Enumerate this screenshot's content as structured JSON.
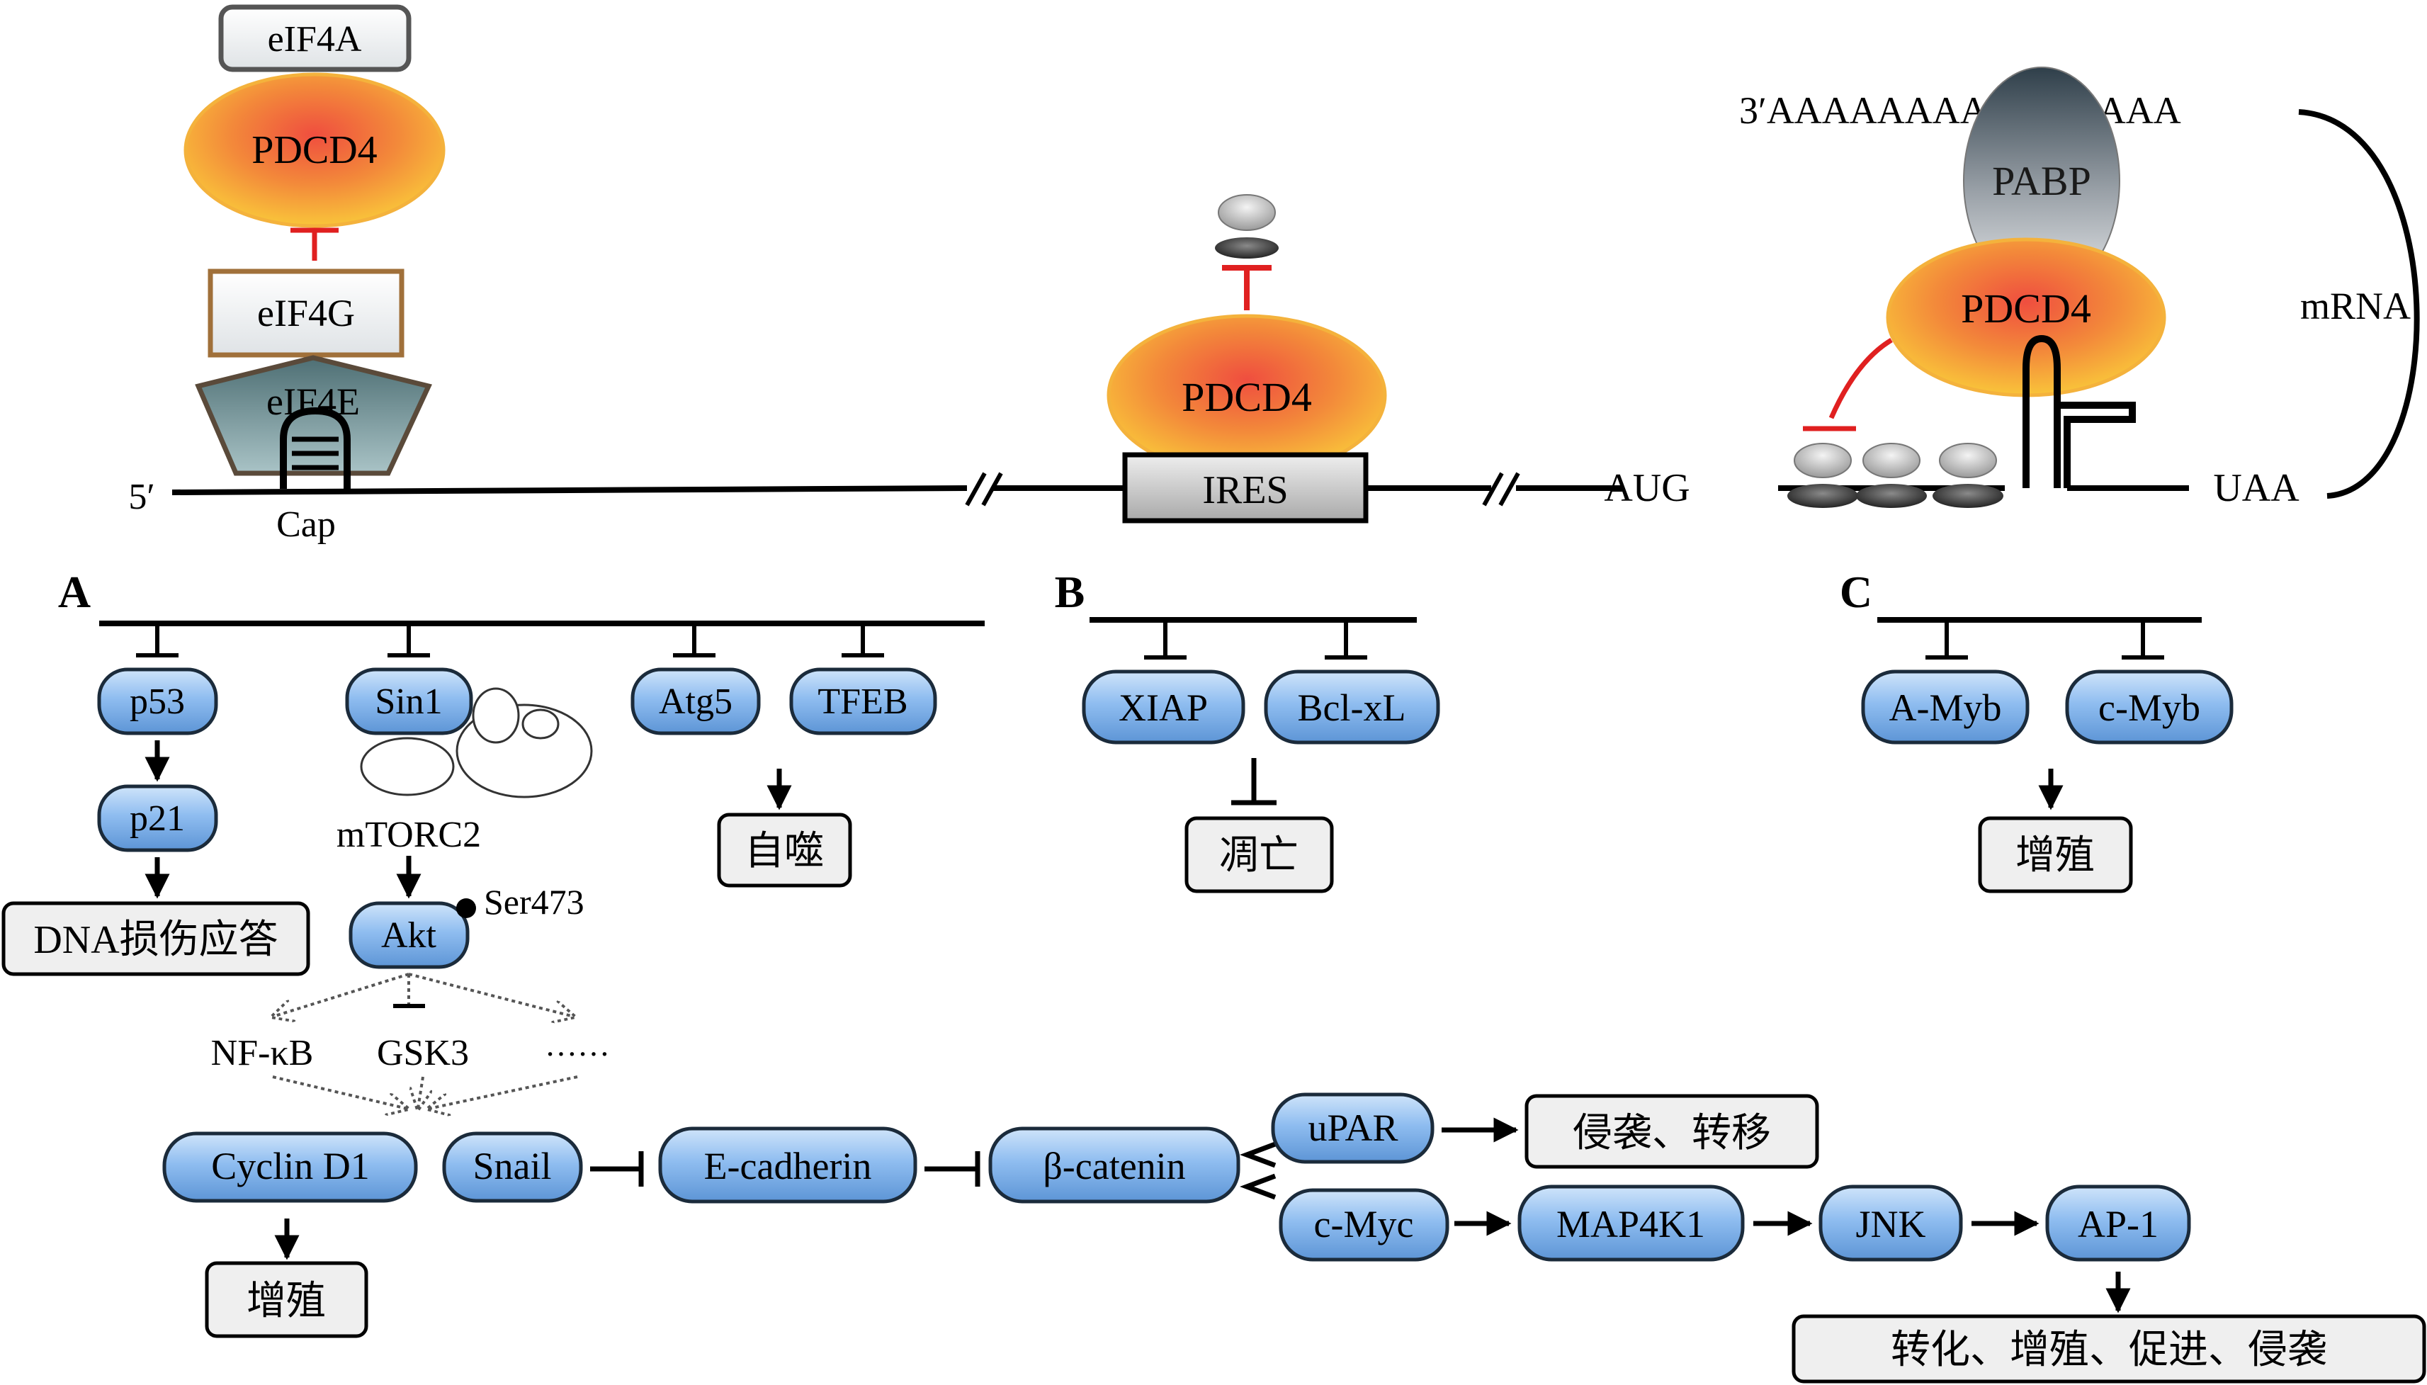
{
  "top": {
    "eif4a": "eIF4A",
    "pdcd4_left": "PDCD4",
    "eif4g": "eIF4G",
    "eif4e": "eIF4E",
    "five_prime": "5′",
    "cap": "Cap",
    "pdcd4_center": "PDCD4",
    "ires": "IRES",
    "aug": "AUG",
    "polya": "3′AAAAAAAAAAAAAAA",
    "pabp": "PABP",
    "pdcd4_right": "PDCD4",
    "mrna": "mRNA",
    "uaa": "UAA"
  },
  "panel_a": {
    "letter": "A",
    "p53": "p53",
    "p21": "p21",
    "dna_response": "DNA损伤应答",
    "sin1": "Sin1",
    "mtorc2": "mTORC2",
    "akt": "Akt",
    "ser473": "Ser473",
    "atg5": "Atg5",
    "tfeb": "TFEB",
    "autophagy": "自噬",
    "nfkb": "NF-κB",
    "gsk3": "GSK3",
    "ellipsis": "……",
    "cyclin_d1": "Cyclin D1",
    "proliferation": "增殖",
    "snail": "Snail",
    "e_cadherin": "E-cadherin",
    "beta_catenin": "β-catenin",
    "upar": "uPAR",
    "invasion_metastasis": "侵袭、转移",
    "cmyc": "c-Myc",
    "map4k1": "MAP4K1",
    "jnk": "JNK",
    "ap1": "AP-1",
    "transformation": "转化、增殖、促进、侵袭"
  },
  "panel_b": {
    "letter": "B",
    "xiap": "XIAP",
    "bclxl": "Bcl-xL",
    "apoptosis": "凋亡"
  },
  "panel_c": {
    "letter": "C",
    "amyb": "A-Myb",
    "cmyb": "c-Myb",
    "proliferation": "增殖"
  },
  "colors": {
    "protein_fill": "#79aee6",
    "pdcd4_orange": "#f5a33a",
    "pdcd4_red": "#ee5a3c",
    "inhibit_red": "#e02020",
    "outcome_fill": "#efefef"
  }
}
